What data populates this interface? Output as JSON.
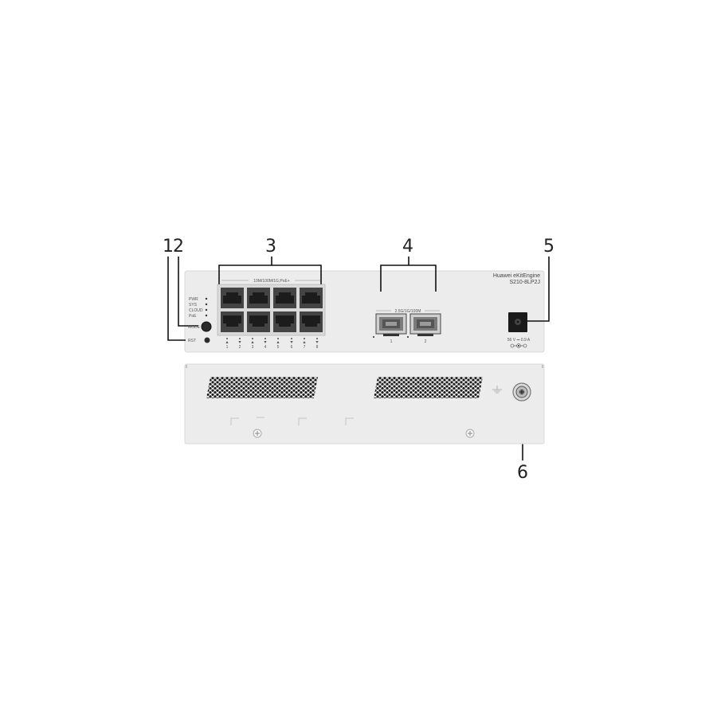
{
  "callouts": [
    "1",
    "2",
    "3",
    "4",
    "5",
    "6"
  ],
  "device": {
    "brand": "Huawei eKitEngine",
    "model": "S210-8LP2J",
    "rj45_label": "10M/100M/1G,PoE+",
    "sfp_label": "2.5G/1G/100M",
    "leds": [
      "PWR",
      "SYS",
      "CLOUD",
      "PoE"
    ],
    "mode_label": "MODE",
    "rst_label": "RST",
    "port_numbers": [
      "1",
      "2",
      "3",
      "4",
      "5",
      "6",
      "7",
      "8"
    ],
    "sfp_numbers": [
      "1",
      "2"
    ],
    "power_rating": "56 V ⎓ 0.9 A"
  }
}
